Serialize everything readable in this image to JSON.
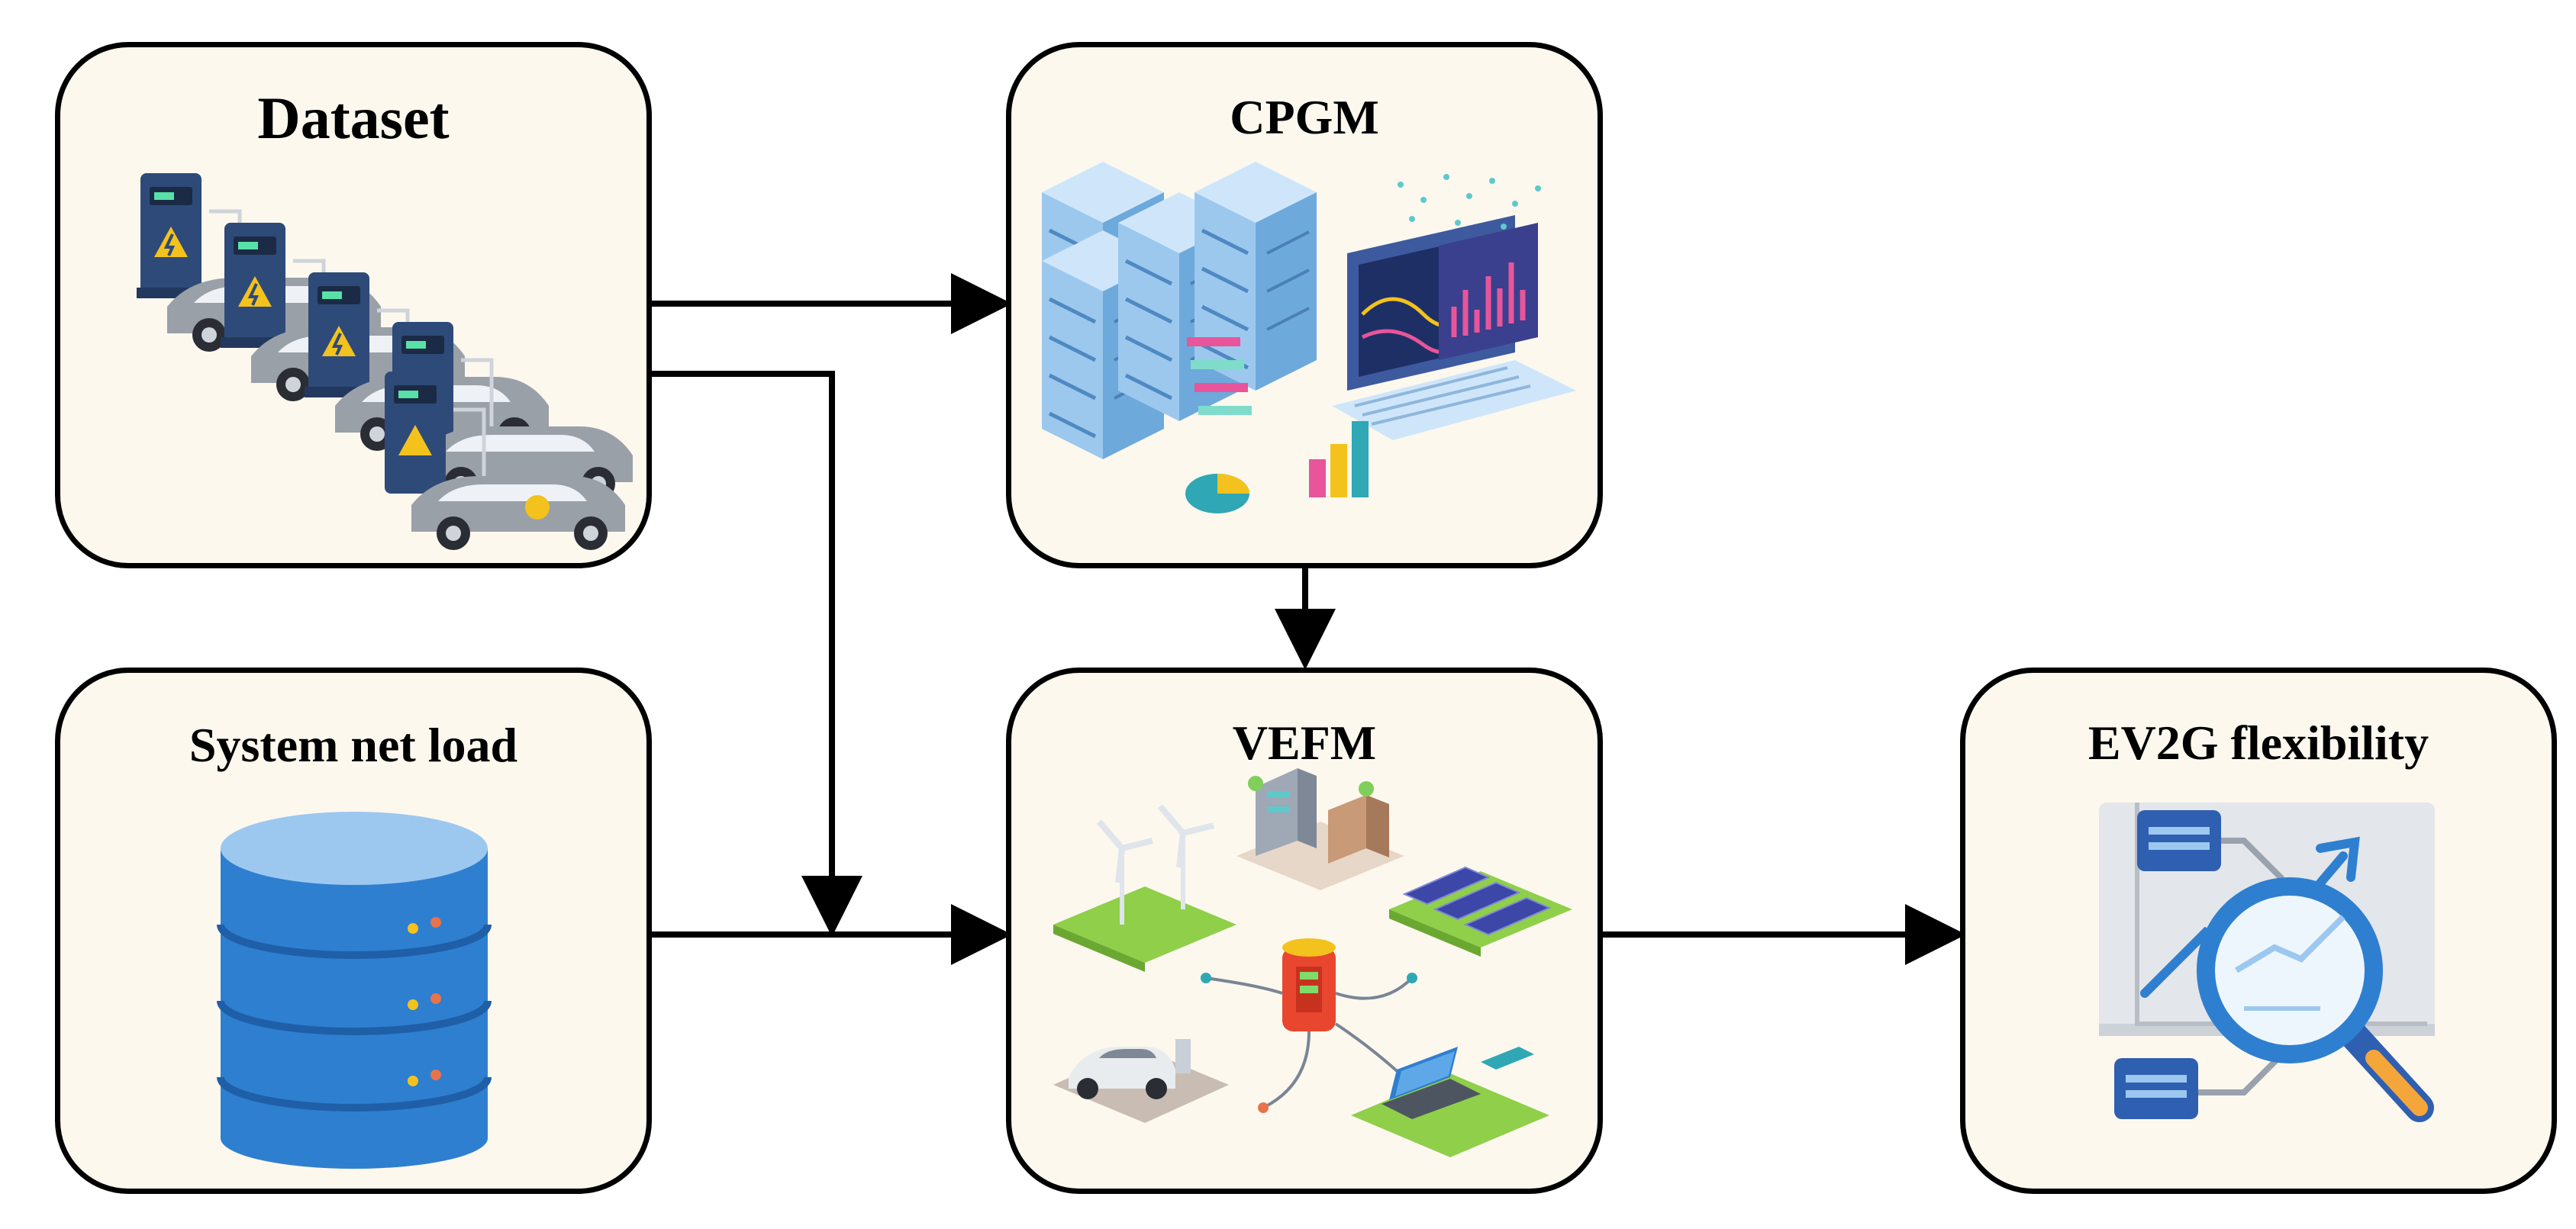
{
  "nodes": {
    "dataset": {
      "title": "Dataset",
      "icon": "ev-charging-stations-icon"
    },
    "cpgm": {
      "title": "CPGM",
      "icon": "servers-and-laptop-analytics-icon"
    },
    "netload": {
      "title": "System net load",
      "icon": "database-icon"
    },
    "vefm": {
      "title": "VEFM",
      "icon": "smart-energy-city-icon"
    },
    "ev2g": {
      "title": "EV2G flexibility",
      "icon": "flexibility-analysis-magnifier-icon"
    }
  },
  "edges": [
    {
      "from": "dataset",
      "to": "cpgm"
    },
    {
      "from": "dataset",
      "to": "vefm"
    },
    {
      "from": "netload",
      "to": "vefm"
    },
    {
      "from": "cpgm",
      "to": "vefm"
    },
    {
      "from": "vefm",
      "to": "ev2g"
    }
  ],
  "colors": {
    "box_fill": "#fcf8ee",
    "stroke": "#000000",
    "database_blue": "#2f7fd0",
    "server_blue": "#9cc8ee",
    "grass_green": "#8fcf4a",
    "battery_red": "#e8462f"
  }
}
